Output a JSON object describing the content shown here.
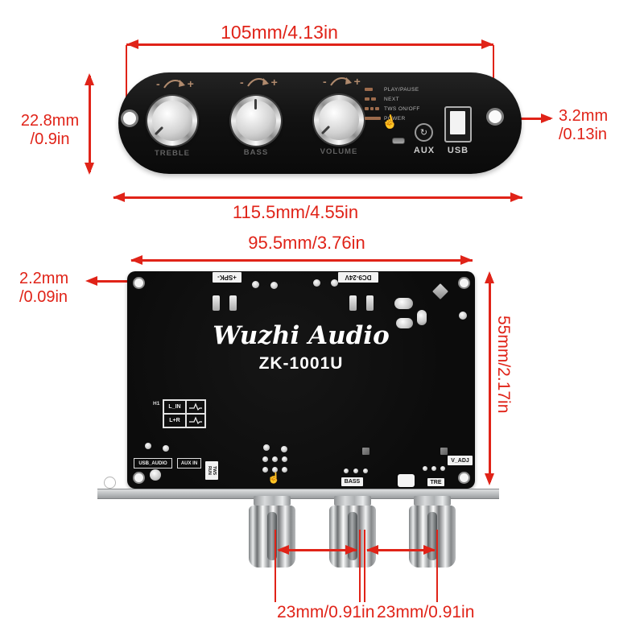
{
  "colors": {
    "dimension_red": "#e02318",
    "panel_black": "#141414",
    "board_black": "#0d0d0d",
    "bracket_gray": "#bfc2c4",
    "accent_tan": "#b08a6d"
  },
  "icons": {
    "touch_icon": "☝",
    "aux_icon": "↻"
  },
  "front_panel": {
    "dim_width_top": "105mm/4.13in",
    "dim_width_bottom": "115.5mm/4.55in",
    "dim_height_mm": "22.8mm",
    "dim_height_in": "/0.9in",
    "dim_hole_mm": "3.2mm",
    "dim_hole_in": "/0.13in",
    "minus": "-",
    "plus": "+",
    "knobs": [
      {
        "label": "TREBLE"
      },
      {
        "label": "BASS"
      },
      {
        "label": "VOLUME"
      }
    ],
    "indicators": [
      "PLAY/PAUSE",
      "NEXT",
      "TWS ON/OFF",
      "POWER"
    ],
    "aux_label": "AUX",
    "usb_label": "USB"
  },
  "board": {
    "dim_width_top": "95.5mm/3.76in",
    "dim_edge_mm": "2.2mm",
    "dim_edge_in": "/0.09in",
    "dim_height": "55mm/2.17in",
    "dim_knob_spacing_1": "23mm/0.91in",
    "dim_knob_spacing_2": "23mm/0.91in",
    "spk_label": "+SPK-",
    "power_label": "DC9-24V",
    "brand": "Wuzhi Audio",
    "model": "ZK-1001U",
    "h1_label": "H1",
    "l_in_label": "L_IN",
    "l_r_label": "L+R",
    "usb_audio_label": "USB_AUDIO",
    "aux_in_label": "AUX IN",
    "tws_label": "TWS RUN",
    "bass_label": "BASS",
    "tre_label": "TRE",
    "v_adj_label": "V_ADJ"
  }
}
